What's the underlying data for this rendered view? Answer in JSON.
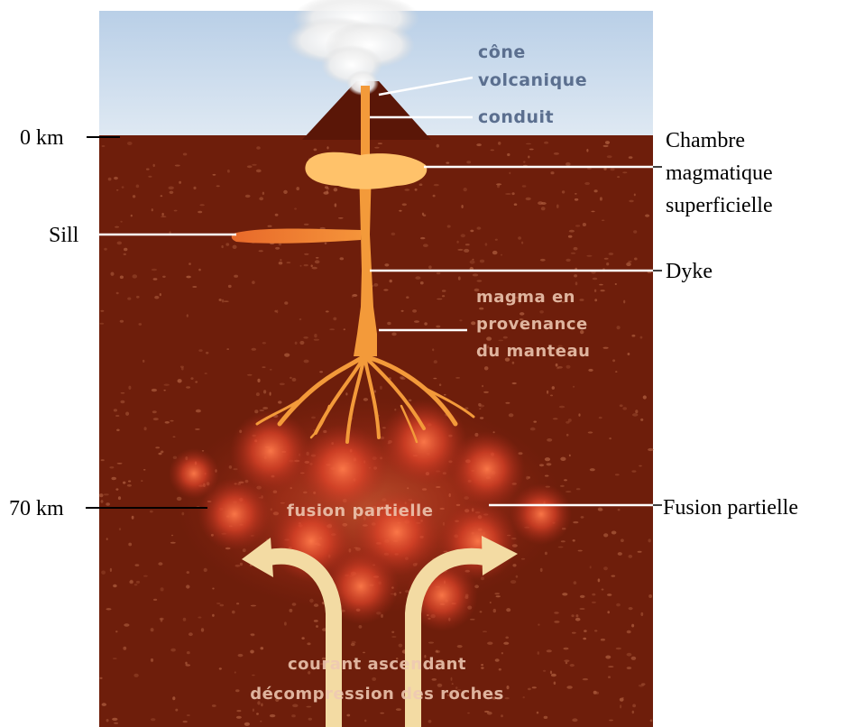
{
  "colors": {
    "sky_top": "#b9cfe7",
    "sky_bottom": "#dfe9f3",
    "crust": "#6e1e0b",
    "crust_dark": "#5a1607",
    "speckle": "#a8583a",
    "magma": "#f39a3a",
    "magma_light": "#ffc26a",
    "fusion_glow": "#e2452a",
    "arrow": "#f3dba3",
    "smoke": "#f2f2f2",
    "leader_black": "#000000",
    "leader_white": "#ffffff"
  },
  "inner_labels": {
    "cone_line1": "cône",
    "cone_line2": "volcanique",
    "conduit": "conduit",
    "magma_line1": "magma en",
    "magma_line2": "provenance",
    "magma_line3": "du manteau",
    "fusion": "fusion partielle",
    "courant_line1": "courant ascendant",
    "courant_line2": "décompression des roches"
  },
  "outer_labels": {
    "depth_0": "0 km",
    "depth_70": "70 km",
    "sill": "Sill",
    "chambre_line1": "Chambre",
    "chambre_line2": "magmatique",
    "chambre_line3": "superficielle",
    "dyke": "Dyke",
    "fusion": "Fusion partielle"
  }
}
